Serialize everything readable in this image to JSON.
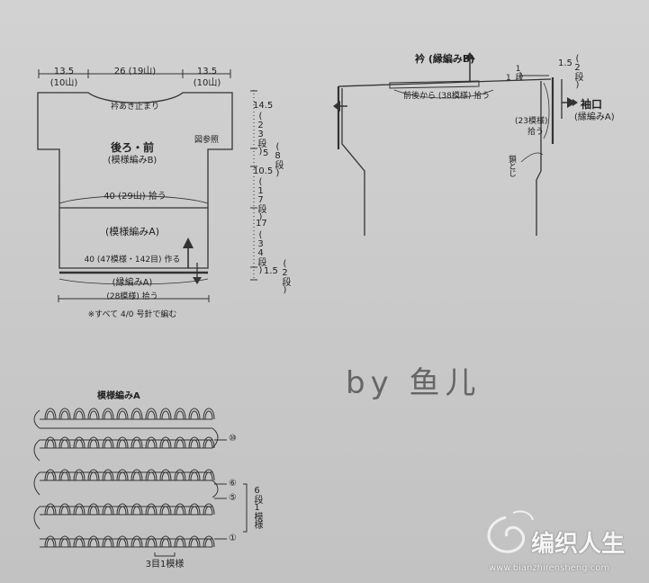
{
  "body_diagram": {
    "top_left": "13.5",
    "top_left_unit": "(10山)",
    "top_mid": "26 (19山)",
    "top_right": "13.5",
    "top_right_unit": "(10山)",
    "neck_note": "衿あき止まり",
    "title": "後ろ・前",
    "pattern_b": "(模様編みB)",
    "ref": "図参照",
    "pickup": "40 (29山) 拾う",
    "pattern_a": "(模様編みA)",
    "cast_on": "40 (47模様・142目) 作る",
    "edge_a": "(縁編みA)",
    "bottom_pickup": "(28模様) 拾う",
    "note": "※すべて 4/0 号針で編む"
  },
  "side_dims": {
    "d1": "14.5",
    "d1_rows": "(23段)",
    "d2": "5",
    "d2_rows": "(8段)",
    "d3": "10.5",
    "d3_rows": "(17段)",
    "d4": "17",
    "d4_rows": "(34段)",
    "d5": "1.5",
    "d5_rows": "(2段)"
  },
  "collar_diagram": {
    "collar": "衿 (縁編みB)",
    "row1": "1段",
    "dim_right": "1.5",
    "dim_right_rows": "(2段)",
    "pickup": "前後から (38模様) 拾う",
    "sleeve": "袖口",
    "sleeve_pattern": "(縁編みA)",
    "sleeve_pickup": "(23模様)",
    "sleeve_pickup2": "拾う",
    "chain": "鎖とじ"
  },
  "chart": {
    "title": "模様編みA",
    "row10": "⑩",
    "row6": "⑥",
    "row5": "⑤",
    "row1": "①",
    "repeat_rows": "6段1模様",
    "repeat_sts": "3目1模様"
  },
  "signature": "by 鱼儿",
  "watermark": {
    "brand": "编织人生",
    "url": "www.bianzhirensheng.com"
  }
}
